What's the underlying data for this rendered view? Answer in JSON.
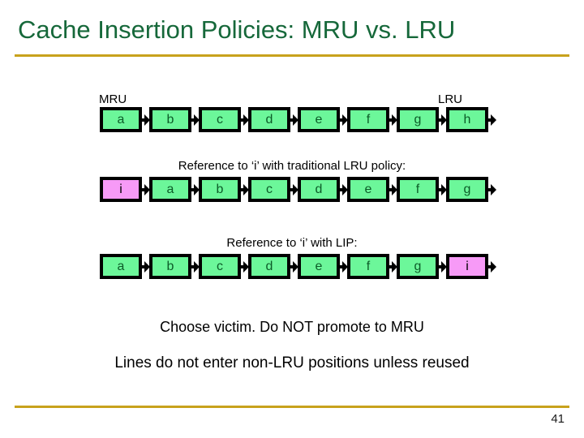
{
  "slide": {
    "title": "Cache Insertion Policies: MRU vs. LRU",
    "page_number": "41",
    "accent_rule_color": "#c8a21c",
    "title_color": "#16683a"
  },
  "colors": {
    "cache_line_green": "#6cf79a",
    "cache_line_green_text": "#0c5c28",
    "cache_line_pink": "#f79af7",
    "cache_line_pink_text": "#000000",
    "border": "#000000"
  },
  "rows": [
    {
      "id": "baseline",
      "caption": "",
      "mru_label": "MRU",
      "lru_label": "LRU",
      "cells": [
        {
          "label": "a",
          "color": "green"
        },
        {
          "label": "b",
          "color": "green"
        },
        {
          "label": "c",
          "color": "green"
        },
        {
          "label": "d",
          "color": "green"
        },
        {
          "label": "e",
          "color": "green"
        },
        {
          "label": "f",
          "color": "green"
        },
        {
          "label": "g",
          "color": "green"
        },
        {
          "label": "h",
          "color": "green"
        }
      ]
    },
    {
      "id": "traditional-lru",
      "caption": "Reference to ‘i’ with traditional LRU policy:",
      "cells": [
        {
          "label": "i",
          "color": "pink"
        },
        {
          "label": "a",
          "color": "green"
        },
        {
          "label": "b",
          "color": "green"
        },
        {
          "label": "c",
          "color": "green"
        },
        {
          "label": "d",
          "color": "green"
        },
        {
          "label": "e",
          "color": "green"
        },
        {
          "label": "f",
          "color": "green"
        },
        {
          "label": "g",
          "color": "green"
        }
      ]
    },
    {
      "id": "lip",
      "caption": "Reference to ‘i’ with LIP:",
      "cells": [
        {
          "label": "a",
          "color": "green"
        },
        {
          "label": "b",
          "color": "green"
        },
        {
          "label": "c",
          "color": "green"
        },
        {
          "label": "d",
          "color": "green"
        },
        {
          "label": "e",
          "color": "green"
        },
        {
          "label": "f",
          "color": "green"
        },
        {
          "label": "g",
          "color": "green"
        },
        {
          "label": "i",
          "color": "pink"
        }
      ]
    }
  ],
  "notes": [
    "Choose victim. Do NOT promote to MRU",
    "Lines do not enter non-LRU positions unless reused"
  ]
}
